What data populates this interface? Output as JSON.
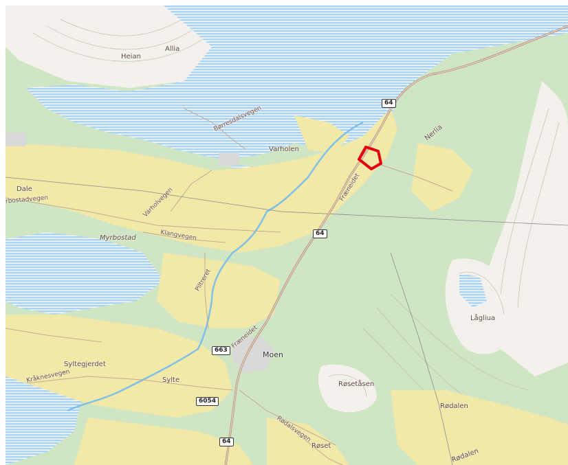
{
  "places": {
    "heian": "Heian",
    "allia": "Allia",
    "varholen": "Varholen",
    "nerlia": "Nerlia",
    "dale": "Dale",
    "myrbostad": "Myrbostad",
    "moen": "Moen",
    "lagliua": "Lågliua",
    "roysetasen": "Røsetåsen",
    "rodalen": "Rødalen",
    "rodalen2": "Rødalen",
    "syltegjerdet": "Syltegjerdet",
    "sylte": "Sylte",
    "roset": "Røset"
  },
  "roads": {
    "borresdalsvegen": "Børresdalsvegen",
    "varholvegen": "Varholvegen",
    "klangvegen": "Klangvegen",
    "piltreret": "Piltreret",
    "fraeneidet1": "Fræneidet",
    "fraeneidet2": "Fræneidet",
    "krakenesvegen": "Kråknesvegen",
    "rodalsvegen": "Rødalsvegen",
    "orbostadvegen": "rbostadvegen"
  },
  "shields": {
    "r64_top": "64",
    "r64_mid": "64",
    "r64_bottom": "64",
    "r663": "663",
    "r6054": "6054"
  },
  "colors": {
    "water": "#a9d3f5",
    "forest": "#cfe5c4",
    "farmland": "#f2e9a8",
    "mountain": "#f4f1ec",
    "highlight": "#e3000f"
  }
}
